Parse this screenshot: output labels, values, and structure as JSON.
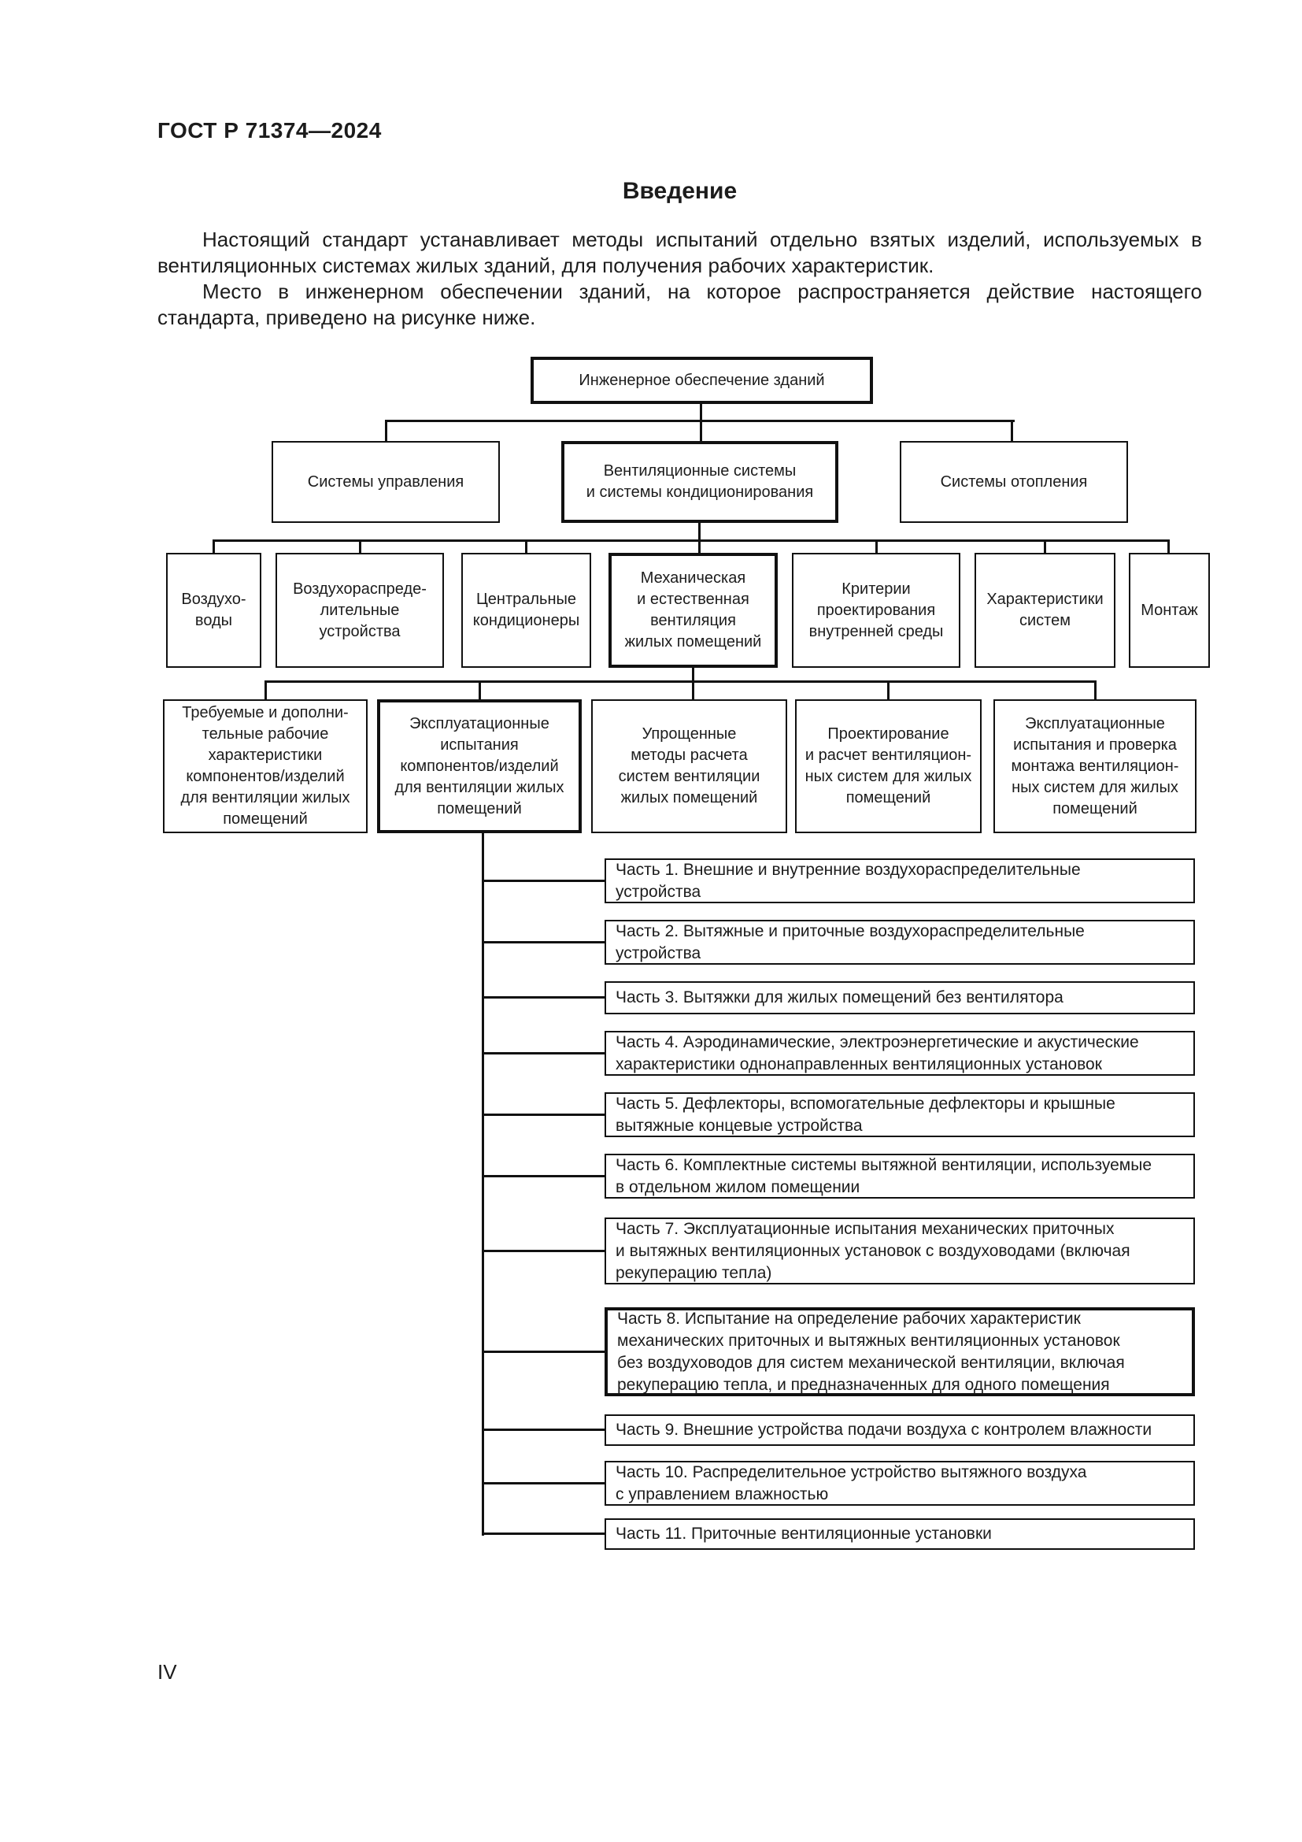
{
  "page": {
    "doc_code": "ГОСТ Р 71374—2024",
    "title": "Введение",
    "paragraph1": "Настоящий стандарт устанавливает методы испытаний отдельно взятых изделий, используемых в вентиляционных системах жилых зданий, для получения рабочих характеристик.",
    "paragraph2": "Место в инженерном обеспечении зданий, на которое распространяется действие настоящего стандарта, приведено на рисунке ниже.",
    "page_number": "IV"
  },
  "diagram": {
    "line_color": "#111111",
    "root": {
      "label": "Инженерное обеспечение зданий",
      "emphasized": true
    },
    "level2": [
      {
        "label": "Системы управления",
        "emphasized": false
      },
      {
        "label": "Вентиляционные системы\nи системы кондиционирования",
        "emphasized": true
      },
      {
        "label": "Системы отопления",
        "emphasized": false
      }
    ],
    "level3": [
      {
        "label": "Воздухо-\nводы",
        "emphasized": false
      },
      {
        "label": "Воздухораспреде-\nлительные\nустройства",
        "emphasized": false
      },
      {
        "label": "Центральные\nкондиционеры",
        "emphasized": false
      },
      {
        "label": "Механическая\nи естественная\nвентиляция\nжилых помещений",
        "emphasized": true
      },
      {
        "label": "Критерии\nпроектирования\nвнутренней среды",
        "emphasized": false
      },
      {
        "label": "Характеристики\nсистем",
        "emphasized": false
      },
      {
        "label": "Монтаж",
        "emphasized": false
      }
    ],
    "level4": [
      {
        "label": "Требуемые и дополни-\nтельные рабочие\nхарактеристики\nкомпонентов/изделий\nдля вентиляции жилых\nпомещений",
        "emphasized": false
      },
      {
        "label": "Эксплуатационные\nиспытания\nкомпонентов/изделий\nдля вентиляции жилых\nпомещений",
        "emphasized": true
      },
      {
        "label": "Упрощенные\nметоды расчета\nсистем вентиляции\nжилых помещений",
        "emphasized": false
      },
      {
        "label": "Проектирование\nи расчет вентиляцион-\nных систем для жилых\nпомещений",
        "emphasized": false
      },
      {
        "label": "Эксплуатационные\nиспытания и проверка\nмонтажа вентиляцион-\nных систем для жилых\nпомещений",
        "emphasized": false
      }
    ],
    "parts": [
      {
        "label": "Часть 1. Внешние и внутренние воздухораспределительные\nустройства",
        "emphasized": false
      },
      {
        "label": "Часть 2. Вытяжные и приточные воздухораспределительные\nустройства",
        "emphasized": false
      },
      {
        "label": "Часть 3. Вытяжки для жилых помещений без вентилятора",
        "emphasized": false
      },
      {
        "label": "Часть 4. Аэродинамические, электроэнергетические и акустические\nхарактеристики однонаправленных вентиляционных установок",
        "emphasized": false
      },
      {
        "label": "Часть 5. Дефлекторы, вспомогательные дефлекторы и крышные\nвытяжные концевые устройства",
        "emphasized": false
      },
      {
        "label": "Часть 6. Комплектные системы вытяжной вентиляции, используемые\nв отдельном жилом помещении",
        "emphasized": false
      },
      {
        "label": "Часть 7. Эксплуатационные испытания механических приточных\nи вытяжных вентиляционных установок с воздуховодами (включая\nрекуперацию тепла)",
        "emphasized": false
      },
      {
        "label": "Часть 8. Испытание на определение рабочих характеристик\nмеханических приточных и вытяжных вентиляционных установок\nбез воздуховодов для систем механической вентиляции, включая\nрекуперацию тепла, и предназначенных для одного помещения",
        "emphasized": true
      },
      {
        "label": "Часть 9. Внешние устройства подачи воздуха с контролем влажности",
        "emphasized": false
      },
      {
        "label": "Часть 10. Распределительное устройство вытяжного воздуха\nс управлением влажностью",
        "emphasized": false
      },
      {
        "label": "Часть 11. Приточные вентиляционные установки",
        "emphasized": false
      }
    ]
  }
}
